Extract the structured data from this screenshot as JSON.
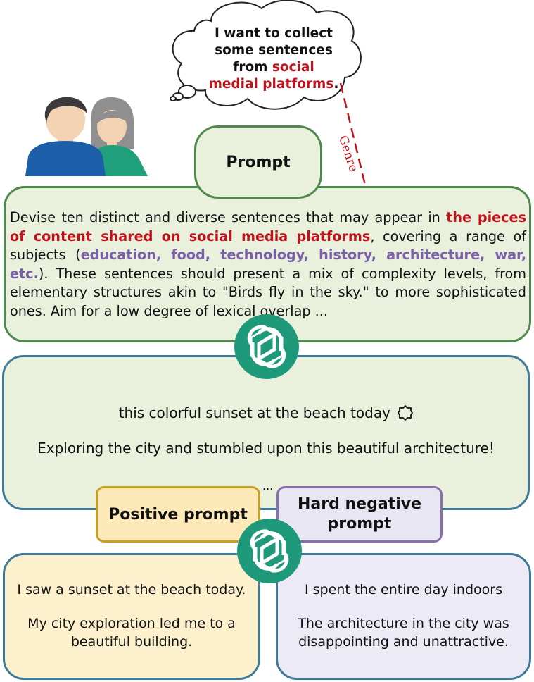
{
  "thought": {
    "line1": "I want to collect",
    "line2": "some sentences",
    "line3_prefix": "from ",
    "line3_highlight": "social",
    "line4_highlight": "medial platforms",
    "line4_suffix": "."
  },
  "genre_label": "Genre",
  "prompt_box": {
    "title": "Prompt",
    "text_1": "Devise ten distinct and diverse sentences that may appear in ",
    "highlight_genre": "the pieces of content shared on social media platforms",
    "text_2": ", covering a range of subjects (",
    "highlight_subjects": "education, food, technology, history, architecture, war, etc.",
    "text_3": "). These sentences should present a mix of complexity levels, from elementary structures akin to \"Birds fly in the sky.\" to more sophisticated ones. Aim for a low degree of lexical overlap ..."
  },
  "generated": {
    "sentence_1": "this colorful sunset at the beach today",
    "sentence_1_icon": "sun-outline-icon",
    "sentence_2": "Exploring the city and stumbled upon this beautiful architecture!",
    "ellipsis": "..."
  },
  "positive": {
    "label": "Positive prompt",
    "sentence_1": "I saw a sunset at the beach today.",
    "sentence_2": "My city exploration led me to a beautiful building."
  },
  "negative": {
    "label": "Hard negative prompt",
    "sentence_1": "I spent the entire day indoors",
    "sentence_2": "The architecture in the city was disappointing and unattractive."
  },
  "icons": {
    "users": "users-icon",
    "llm": "openai-logo-icon"
  },
  "colors": {
    "prompt_border": "#4e8a4b",
    "prompt_fill": "#e9f0dc",
    "highlight_red": "#c0121c",
    "highlight_purple": "#7b5fa8",
    "positive_fill": "#fdf0cc",
    "negative_fill": "#eceaf4",
    "logo_green": "#1e9a7a"
  }
}
